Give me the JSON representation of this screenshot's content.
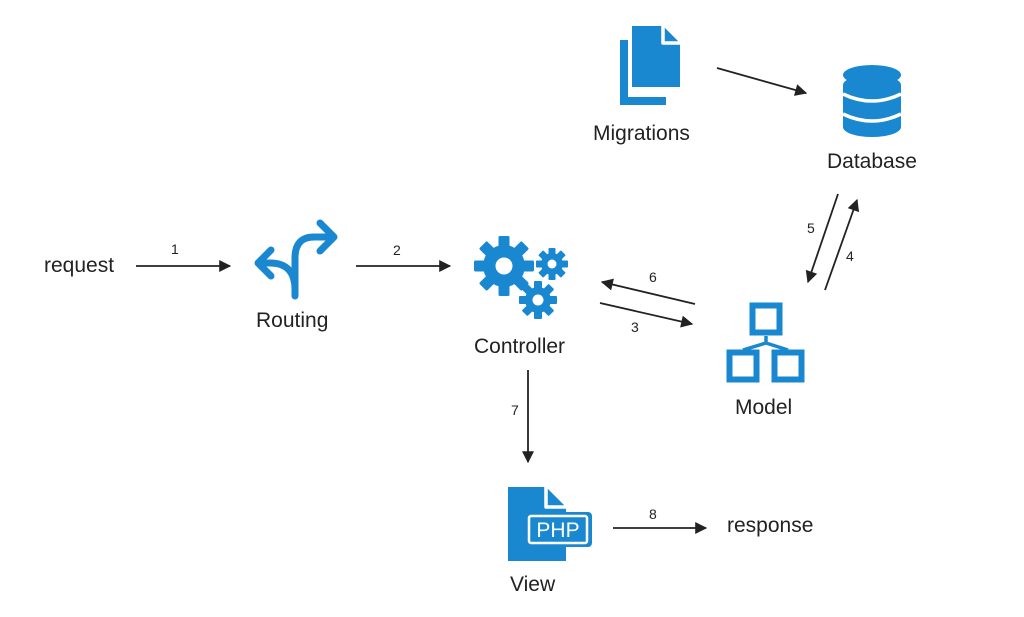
{
  "colors": {
    "icon": "#1a88d0",
    "arrow": "#222222",
    "text": "#222222",
    "background": "#ffffff"
  },
  "nodes": {
    "request": {
      "label": "request"
    },
    "routing": {
      "label": "Routing",
      "icon": "fork-arrow-icon"
    },
    "controller": {
      "label": "Controller",
      "icon": "gears-icon"
    },
    "model": {
      "label": "Model",
      "icon": "hierarchy-icon"
    },
    "database": {
      "label": "Database",
      "icon": "database-icon"
    },
    "migrations": {
      "label": "Migrations",
      "icon": "documents-icon"
    },
    "view": {
      "label": "View",
      "icon": "php-file-icon",
      "badge": "PHP"
    },
    "response": {
      "label": "response"
    }
  },
  "edges": [
    {
      "label": "1",
      "from": "request",
      "to": "routing"
    },
    {
      "label": "2",
      "from": "routing",
      "to": "controller"
    },
    {
      "label": "3",
      "from": "controller",
      "to": "model"
    },
    {
      "label": "4",
      "from": "model",
      "to": "database"
    },
    {
      "label": "5",
      "from": "database",
      "to": "model"
    },
    {
      "label": "6",
      "from": "model",
      "to": "controller"
    },
    {
      "label": "7",
      "from": "controller",
      "to": "view"
    },
    {
      "label": "8",
      "from": "view",
      "to": "response"
    },
    {
      "label": "",
      "from": "migrations",
      "to": "database"
    }
  ]
}
